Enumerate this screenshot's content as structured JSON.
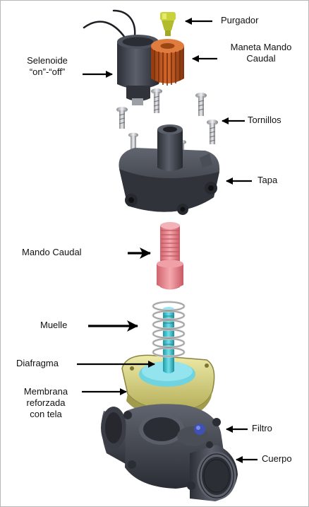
{
  "labels": {
    "purgador": "Purgador",
    "maneta_line1": "Maneta Mando",
    "maneta_line2": "Caudal",
    "selenoide_line1": "Selenoide",
    "selenoide_line2": "“on”-“off”",
    "tornillos": "Tornillos",
    "tapa": "Tapa",
    "mando_caudal": "Mando Caudal",
    "muelle": "Muelle",
    "diafragma": "Diafragma",
    "membrana_line1": "Membrana",
    "membrana_line2": "reforzada",
    "membrana_line3": "con tela",
    "filtro": "Filtro",
    "cuerpo": "Cuerpo"
  },
  "colors": {
    "solenoid": "#3b3f4a",
    "knob": "#c85a1e",
    "bleed_screw": "#c9d23a",
    "cover": "#44474f",
    "flow_control": "#e88790",
    "spring": "#d8d8d8",
    "stem": "#38c0cf",
    "diaphragm_ring": "#d9d486",
    "body": "#3d414b",
    "filter": "#3f51b5"
  }
}
